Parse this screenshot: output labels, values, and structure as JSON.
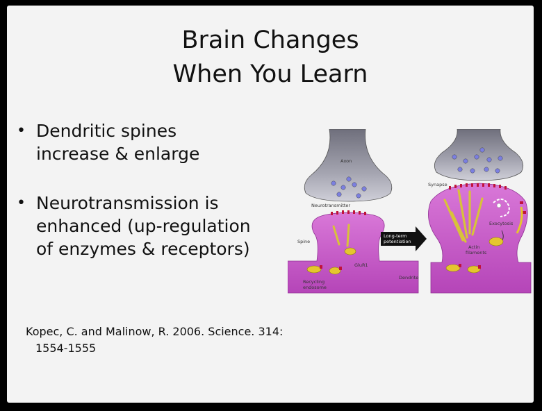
{
  "slide": {
    "title_line1": "Brain Changes",
    "title_line2": "When You Learn",
    "bullets": [
      {
        "lines": [
          "Dendritic spines",
          "increase & enlarge"
        ]
      },
      {
        "lines": [
          "Neurotransmission is",
          "enhanced (up-regulation",
          "of enzymes & receptors)"
        ]
      }
    ],
    "citation": {
      "line1": "Kopec, C. and Malinow, R. 2006. Science. 314:",
      "line2": "1554-1555"
    }
  },
  "figure": {
    "labels": {
      "axon": "Axon",
      "neurotransmitter": "Neurotransmitter",
      "spine": "Spine",
      "glur1": "GluR1",
      "recycling": "Recycling",
      "endosome": "endosome",
      "ltp1": "Long-term",
      "ltp2": "potentiation",
      "dendrite": "Dendrite",
      "synapse": "Synapse",
      "exocytosis": "Exocytosis",
      "actin": "Actin",
      "filaments": "filaments"
    },
    "colors": {
      "dendrite": "#cf5fd0",
      "dendrite_dark": "#b13fb5",
      "axon": "#8a8a98",
      "vesicle": "#7b7fe0",
      "filament": "#d8c23a",
      "receptor": "#c0123a"
    }
  }
}
